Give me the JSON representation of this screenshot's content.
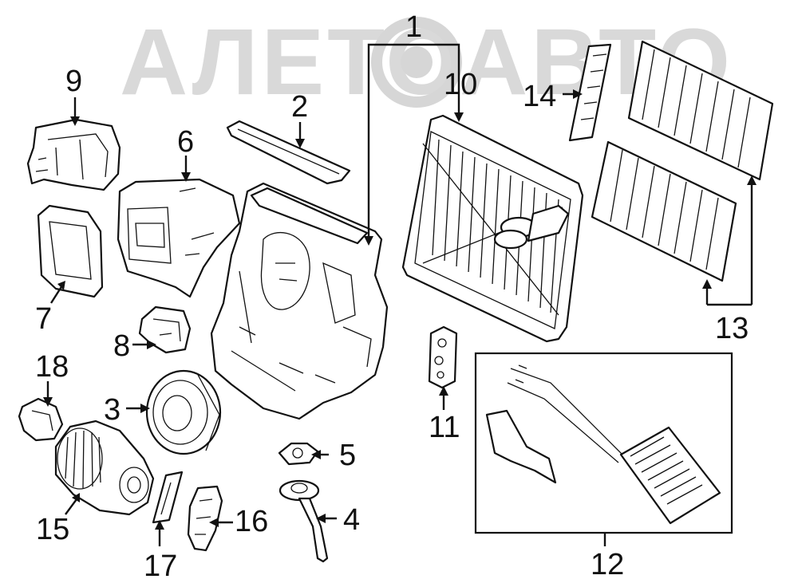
{
  "watermark": "АЛЕТОАВТО",
  "callouts": [
    "1",
    "2",
    "3",
    "4",
    "5",
    "6",
    "7",
    "8",
    "9",
    "10",
    "11",
    "12",
    "13",
    "14",
    "15",
    "16",
    "17",
    "18"
  ],
  "colors": {
    "ink": "#111111",
    "watermark": "#d9d9d9",
    "background": "#ffffff"
  }
}
